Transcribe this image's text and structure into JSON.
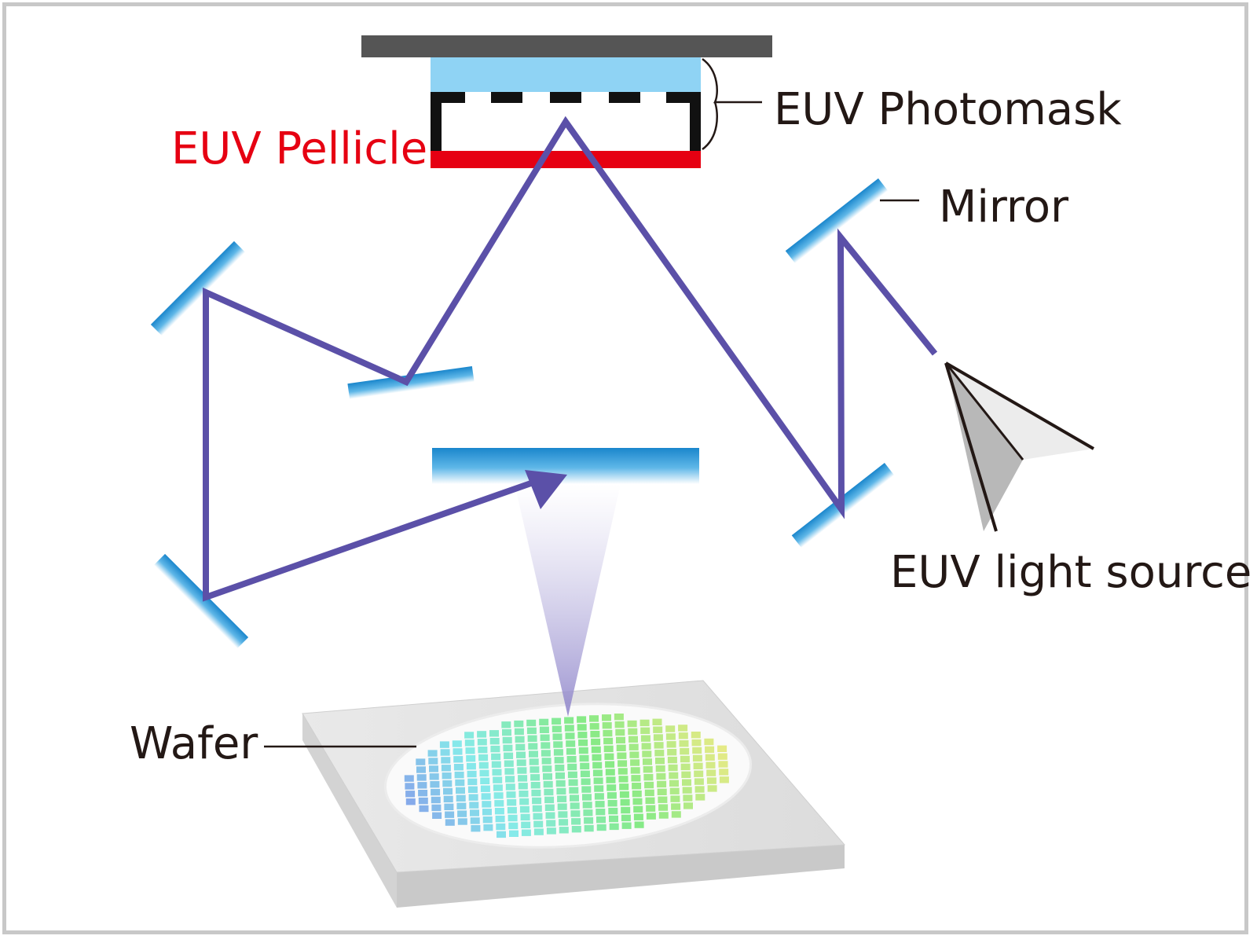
{
  "labels": {
    "photomask": "EUV Photomask",
    "pellicle": "EUV Pellicle",
    "mirror": "Mirror",
    "light_source": "EUV light source",
    "wafer": "Wafer"
  },
  "colors": {
    "beam": "#5b50a8",
    "mirror_blue": "#1f8fd1",
    "pellicle_red": "#e60012",
    "mask_blue": "#8fd3f4",
    "mask_holder": "#555555",
    "pellicle_label": "#e60012",
    "text": "#231815",
    "stage": "#e3e3e3"
  },
  "icons": {
    "light_source": "cone-light-source-icon"
  }
}
